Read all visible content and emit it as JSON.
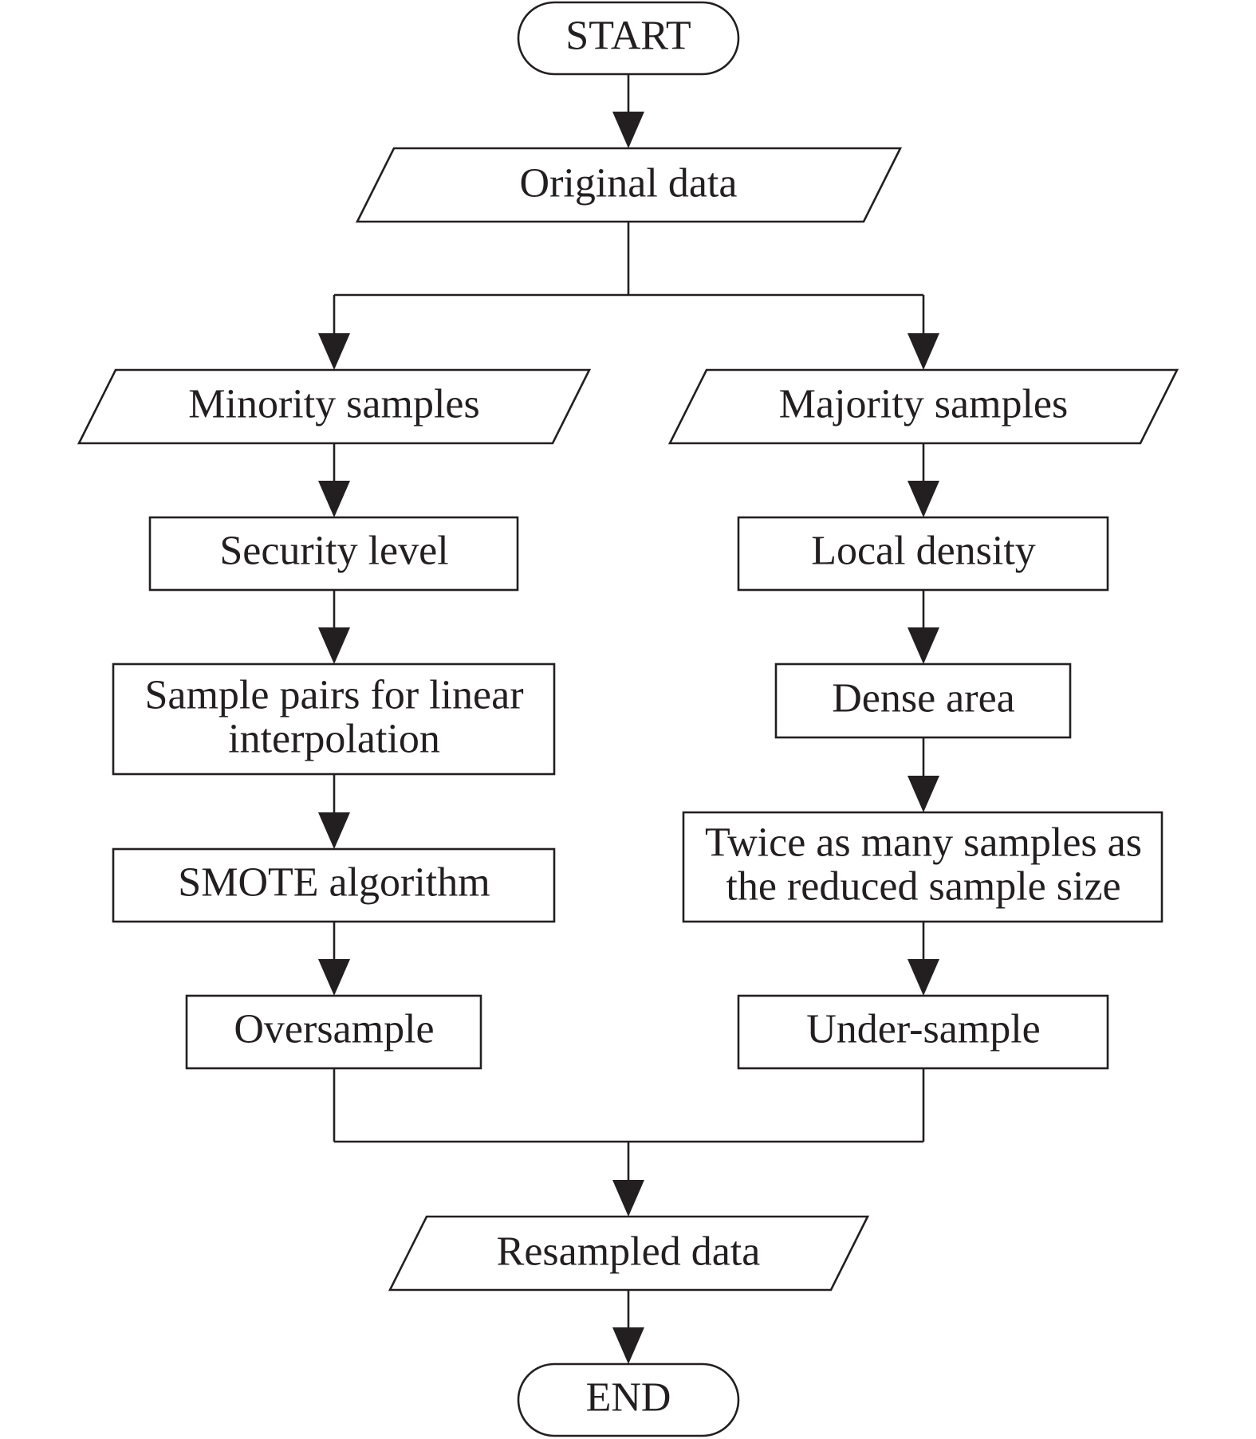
{
  "diagram": {
    "nodes": {
      "start": "START",
      "original_data": "Original data",
      "minority_samples": "Minority samples",
      "majority_samples": "Majority samples",
      "security_level": "Security level",
      "sample_pairs": [
        "Sample pairs for linear",
        "interpolation"
      ],
      "smote_algorithm": "SMOTE algorithm",
      "oversample": "Oversample",
      "local_density": "Local density",
      "dense_area": "Dense area",
      "twice_as_many": [
        "Twice as many samples as",
        "the reduced sample size"
      ],
      "under_sample": "Under-sample",
      "resampled_data": "Resampled data",
      "end": "END"
    },
    "colors": {
      "line": "#231f20",
      "background": "#ffffff"
    }
  }
}
